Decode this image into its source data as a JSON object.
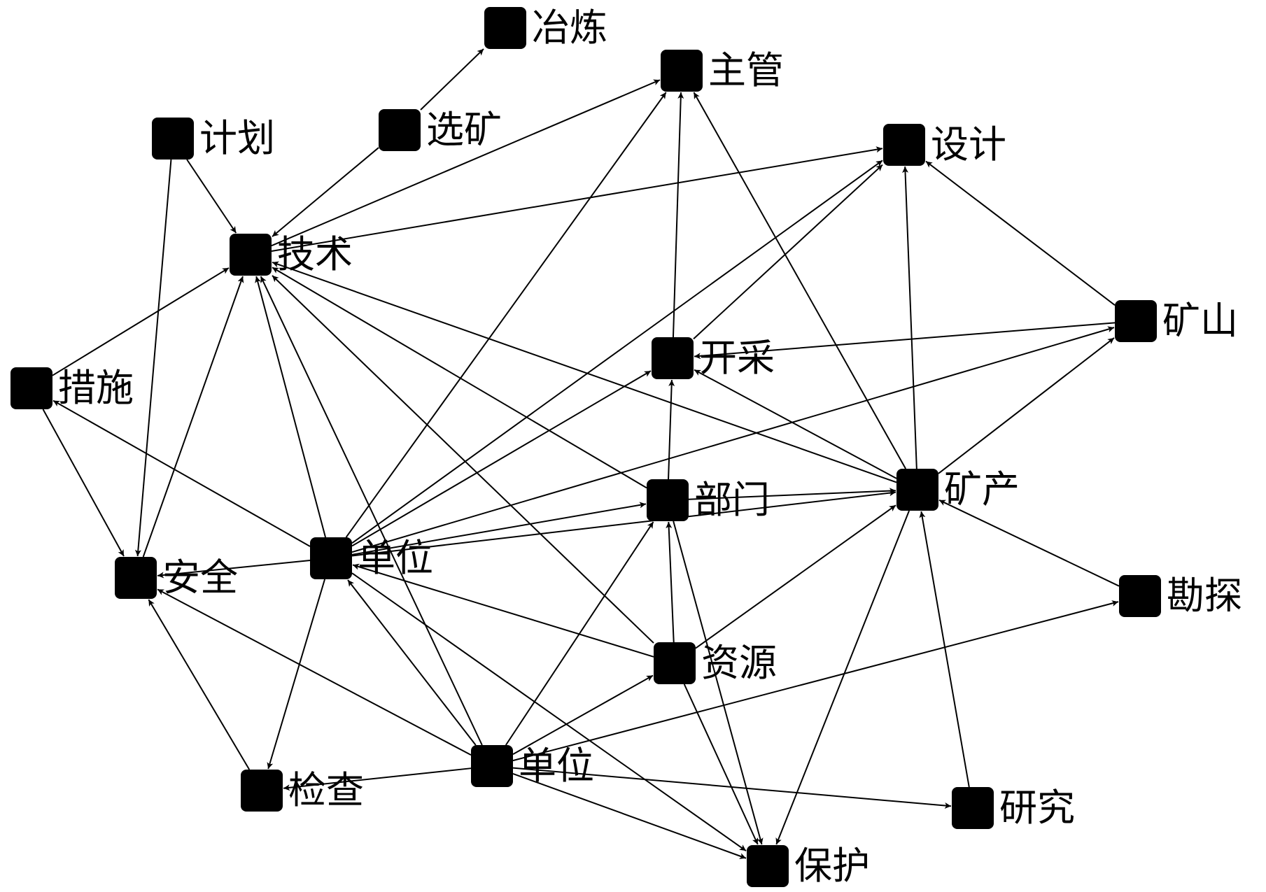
{
  "nodes": [
    {
      "id": "yelian",
      "label": "冶炼"
    },
    {
      "id": "zhuguan",
      "label": "主管"
    },
    {
      "id": "jihua",
      "label": "计划"
    },
    {
      "id": "xuankuang",
      "label": "选矿"
    },
    {
      "id": "sheji",
      "label": "设计"
    },
    {
      "id": "jishu",
      "label": "技术"
    },
    {
      "id": "kuangshan",
      "label": "矿山"
    },
    {
      "id": "cuoshi",
      "label": "措施"
    },
    {
      "id": "kaicai",
      "label": "开采"
    },
    {
      "id": "bumen",
      "label": "部门"
    },
    {
      "id": "kuangchan",
      "label": "矿产"
    },
    {
      "id": "anquan",
      "label": "安全"
    },
    {
      "id": "danwei1",
      "label": "单位"
    },
    {
      "id": "kancha",
      "label": "勘探"
    },
    {
      "id": "ziyuan",
      "label": "资源"
    },
    {
      "id": "jiancha",
      "label": "检查"
    },
    {
      "id": "danwei2",
      "label": "单位"
    },
    {
      "id": "yanjiu",
      "label": "研究"
    },
    {
      "id": "baohu",
      "label": "保护"
    }
  ],
  "edges": [
    {
      "from": "xuankuang",
      "to": "yelian"
    },
    {
      "from": "jishu",
      "to": "zhuguan"
    },
    {
      "from": "danwei1",
      "to": "zhuguan"
    },
    {
      "from": "kaicai",
      "to": "zhuguan"
    },
    {
      "from": "kuangchan",
      "to": "zhuguan"
    },
    {
      "from": "jishu",
      "to": "sheji"
    },
    {
      "from": "kaicai",
      "to": "sheji"
    },
    {
      "from": "kuangchan",
      "to": "sheji"
    },
    {
      "from": "kuangshan",
      "to": "sheji"
    },
    {
      "from": "danwei1",
      "to": "sheji"
    },
    {
      "from": "jihua",
      "to": "jishu"
    },
    {
      "from": "xuankuang",
      "to": "jishu"
    },
    {
      "from": "cuoshi",
      "to": "jishu"
    },
    {
      "from": "anquan",
      "to": "jishu"
    },
    {
      "from": "danwei1",
      "to": "jishu"
    },
    {
      "from": "bumen",
      "to": "jishu"
    },
    {
      "from": "kuangchan",
      "to": "jishu"
    },
    {
      "from": "ziyuan",
      "to": "jishu"
    },
    {
      "from": "danwei2",
      "to": "jishu"
    },
    {
      "from": "jihua",
      "to": "anquan"
    },
    {
      "from": "cuoshi",
      "to": "anquan"
    },
    {
      "from": "danwei1",
      "to": "cuoshi"
    },
    {
      "from": "danwei1",
      "to": "anquan"
    },
    {
      "from": "jiancha",
      "to": "anquan"
    },
    {
      "from": "danwei2",
      "to": "anquan"
    },
    {
      "from": "kuangshan",
      "to": "kaicai"
    },
    {
      "from": "danwei1",
      "to": "kaicai"
    },
    {
      "from": "bumen",
      "to": "kaicai"
    },
    {
      "from": "kuangchan",
      "to": "kaicai"
    },
    {
      "from": "danwei1",
      "to": "kuangshan"
    },
    {
      "from": "kuangchan",
      "to": "kuangshan"
    },
    {
      "from": "bumen",
      "to": "kuangchan"
    },
    {
      "from": "danwei1",
      "to": "kuangchan"
    },
    {
      "from": "ziyuan",
      "to": "kuangchan"
    },
    {
      "from": "kancha",
      "to": "kuangchan"
    },
    {
      "from": "yanjiu",
      "to": "kuangchan"
    },
    {
      "from": "danwei1",
      "to": "bumen"
    },
    {
      "from": "ziyuan",
      "to": "bumen"
    },
    {
      "from": "danwei2",
      "to": "bumen"
    },
    {
      "from": "ziyuan",
      "to": "danwei1"
    },
    {
      "from": "danwei2",
      "to": "danwei1"
    },
    {
      "from": "danwei1",
      "to": "jiancha"
    },
    {
      "from": "danwei2",
      "to": "jiancha"
    },
    {
      "from": "danwei2",
      "to": "ziyuan"
    },
    {
      "from": "danwei2",
      "to": "kancha"
    },
    {
      "from": "danwei2",
      "to": "yanjiu"
    },
    {
      "from": "danwei2",
      "to": "baohu"
    },
    {
      "from": "danwei1",
      "to": "baohu"
    },
    {
      "from": "bumen",
      "to": "baohu"
    },
    {
      "from": "ziyuan",
      "to": "baohu"
    },
    {
      "from": "kuangchan",
      "to": "baohu"
    }
  ]
}
